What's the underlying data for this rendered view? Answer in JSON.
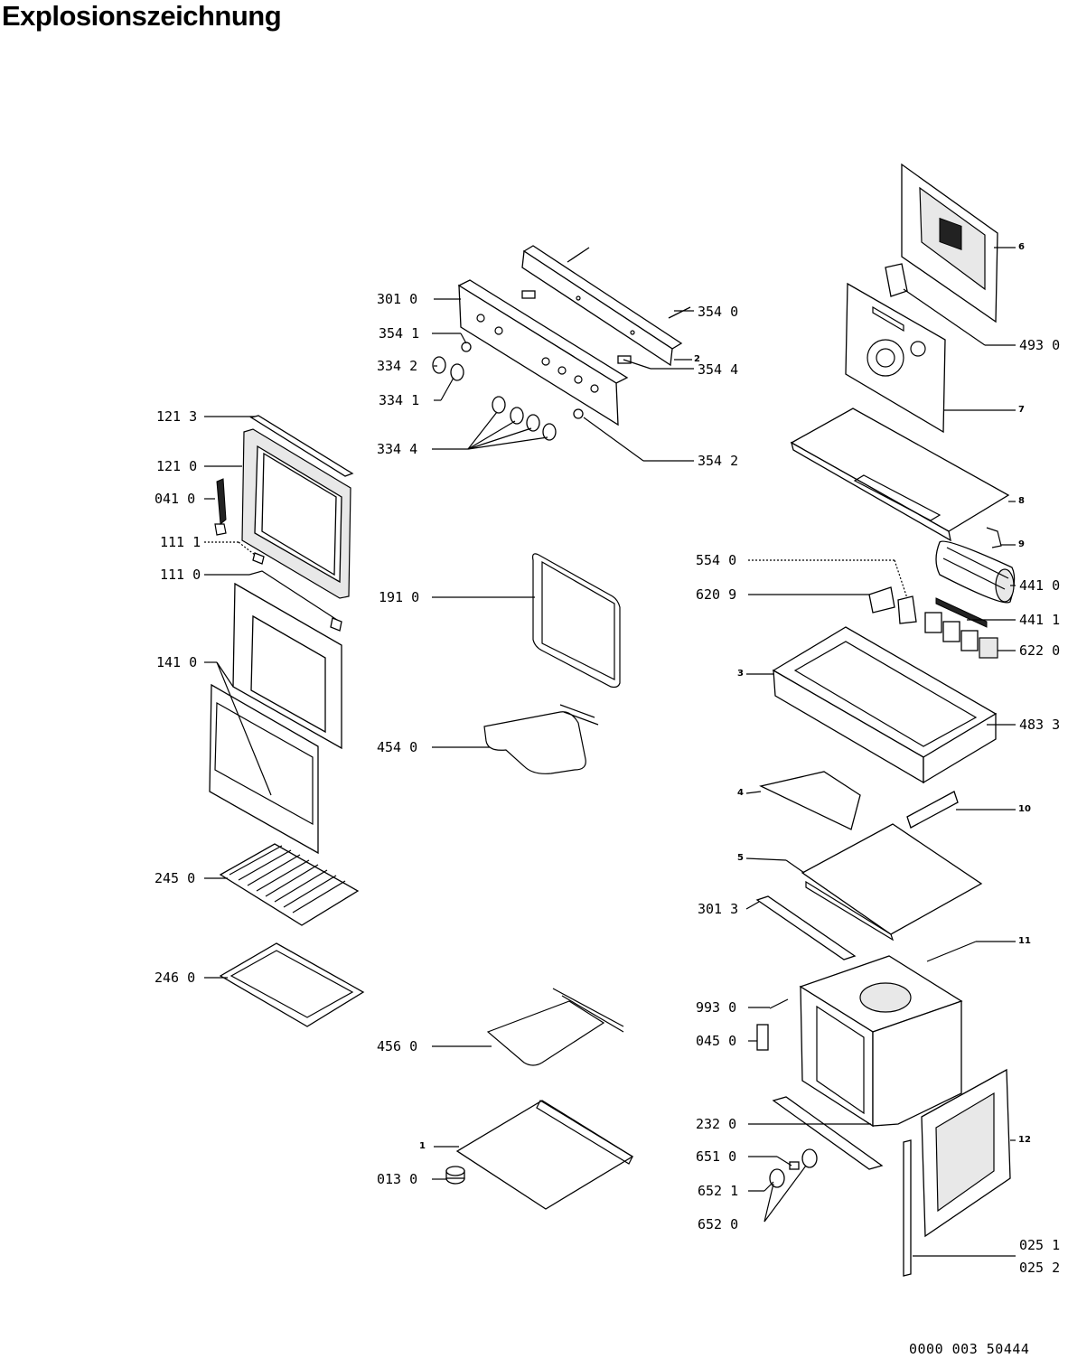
{
  "title": "Explosionszeichnung",
  "document_number": "0000 003 50444",
  "part_labels": {
    "p301_0": "301 0",
    "p354_1": "354 1",
    "p334_2": "334 2",
    "p334_1": "334 1",
    "p334_4": "334 4",
    "p354_0": "354 0",
    "p354_4": "354 4",
    "p354_2": "354 2",
    "p121_3": "121 3",
    "p121_0": "121 0",
    "p041_0": "041 0",
    "p111_1": "111 1",
    "p111_0": "111 0",
    "p141_0": "141 0",
    "p191_0": "191 0",
    "p454_0": "454 0",
    "p245_0": "245 0",
    "p246_0": "246 0",
    "p456_0": "456 0",
    "p013_0": "013 0",
    "p493_0": "493 0",
    "p554_0": "554 0",
    "p620_9": "620 9",
    "p441_0": "441 0",
    "p441_1": "441 1",
    "p622_0": "622 0",
    "p483_3": "483 3",
    "p301_3": "301 3",
    "p993_0": "993 0",
    "p045_0": "045 0",
    "p232_0": "232 0",
    "p651_0": "651 0",
    "p652_1": "652 1",
    "p652_0": "652 0",
    "p025_1": "025 1",
    "p025_2": "025 2"
  },
  "item_numbers": {
    "n1": "1",
    "n2": "2",
    "n3": "3",
    "n4": "4",
    "n5": "5",
    "n6": "6",
    "n7": "7",
    "n8": "8",
    "n9": "9",
    "n10": "10",
    "n11": "11",
    "n12": "12"
  }
}
